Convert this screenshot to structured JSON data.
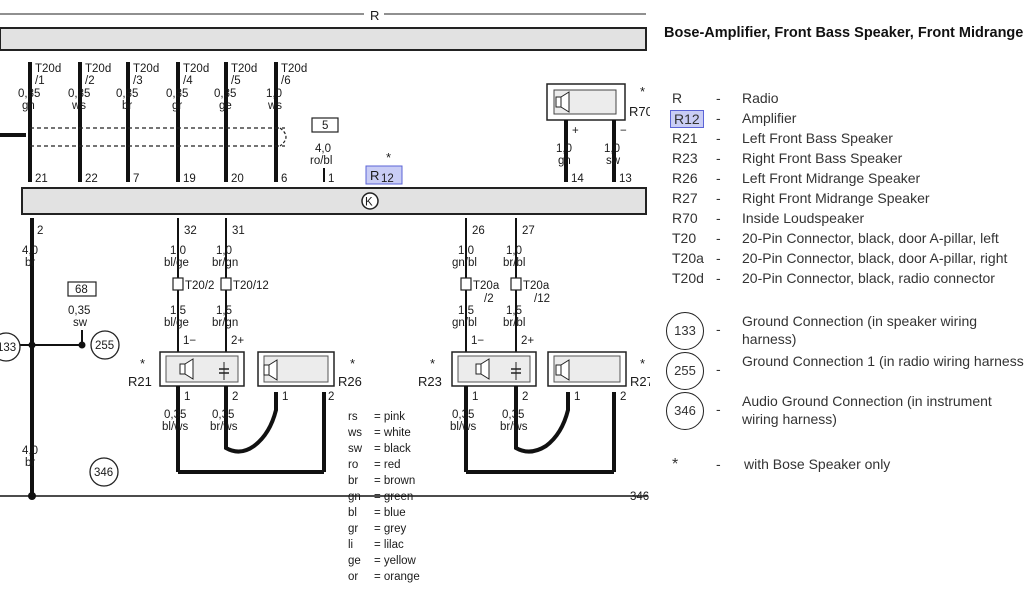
{
  "header_label": "R",
  "title": "Bose-Amplifier, Front Bass Speaker, Front Midrange Speaker",
  "legend": [
    {
      "code": "R",
      "desc": "Radio"
    },
    {
      "code": "R12",
      "desc": "Amplifier"
    },
    {
      "code": "R21",
      "desc": "Left Front Bass Speaker"
    },
    {
      "code": "R23",
      "desc": "Right Front Bass Speaker"
    },
    {
      "code": "R26",
      "desc": "Left Front Midrange Speaker"
    },
    {
      "code": "R27",
      "desc": "Right Front Midrange Speaker"
    },
    {
      "code": "R70",
      "desc": "Inside Loudspeaker"
    },
    {
      "code": "T20",
      "desc": "20-Pin Connector, black, door A-pillar, left"
    },
    {
      "code": "T20a",
      "desc": "20-Pin Connector, black, door A-pillar, right"
    },
    {
      "code": "T20d",
      "desc": "20-Pin Connector, black, radio connector"
    }
  ],
  "grounds": [
    {
      "num": "133",
      "desc": "Ground Connection (in speaker wiring harness)"
    },
    {
      "num": "255",
      "desc": "Ground Connection 1 (in radio wiring harness)"
    },
    {
      "num": "346",
      "desc": "Audio Ground Connection (in instrument wiring harness)"
    }
  ],
  "star_note": {
    "symbol": "*",
    "dash": "-",
    "desc": "with Bose Speaker only"
  },
  "dash": "-",
  "diagram": {
    "top_connectors": [
      {
        "conn": "T20d",
        "pin": "/1",
        "gauge": "0,35",
        "color": "gn",
        "pin_r": "21"
      },
      {
        "conn": "T20d",
        "pin": "/2",
        "gauge": "0,35",
        "color": "ws",
        "pin_r": "22"
      },
      {
        "conn": "T20d",
        "pin": "/3",
        "gauge": "0,35",
        "color": "br",
        "pin_r": "7"
      },
      {
        "conn": "T20d",
        "pin": "/4",
        "gauge": "0,35",
        "color": "gr",
        "pin_r": "19"
      },
      {
        "conn": "T20d",
        "pin": "/5",
        "gauge": "0,35",
        "color": "ge",
        "pin_r": "20"
      },
      {
        "conn": "T20d",
        "pin": "/6",
        "gauge": "1,0",
        "color": "ws",
        "pin_r": "6"
      }
    ],
    "fuse_box": "5",
    "fuse_gauge": "4,0",
    "fuse_color": "ro/bl",
    "fuse_pin": "1",
    "amp_label": "R",
    "amp_sub": "12",
    "amp_symbol": "K",
    "r70_label": "R70",
    "r70_wires": [
      {
        "gauge": "1,0",
        "color": "gn",
        "pin": "14",
        "sign": "+"
      },
      {
        "gauge": "1,0",
        "color": "sw",
        "pin": "13",
        "sign": "−"
      }
    ],
    "ground_pin": "2",
    "ground_gauge": "4,0",
    "ground_color": "br",
    "ground_gauge2": "4,0",
    "ground_color2": "br",
    "box68": "68",
    "box68_gauge": "0,35",
    "box68_color": "sw",
    "g133": "133",
    "g255": "255",
    "g346": "346",
    "g346_line": "346",
    "left_mid": [
      {
        "pin": "32",
        "gauge": "1,0",
        "color": "bl/ge",
        "conn": "T20/2",
        "gauge2": "1,5",
        "color2": "bl/ge",
        "sign": "1−"
      },
      {
        "pin": "31",
        "gauge": "1,0",
        "color": "br/gn",
        "conn": "T20/12",
        "gauge2": "1,5",
        "color2": "br/gn",
        "sign": "2+"
      }
    ],
    "right_mid": [
      {
        "pin": "26",
        "gauge": "1,0",
        "color": "gn/bl",
        "conn": "T20a",
        "conn2": "/2",
        "gauge2": "1,5",
        "color2": "gn/bl",
        "sign": "1−"
      },
      {
        "pin": "27",
        "gauge": "1,0",
        "color": "br/bl",
        "conn": "T20a",
        "conn2": "/12",
        "gauge2": "1,5",
        "color2": "br/bl",
        "sign": "2+"
      }
    ],
    "speakers": {
      "r21": "R21",
      "r26": "R26",
      "r23": "R23",
      "r27": "R27",
      "star": "*"
    },
    "pin1": "1",
    "pin2": "2",
    "bottom_wires": [
      {
        "gauge": "0,35",
        "color": "bl/ws"
      },
      {
        "gauge": "0,35",
        "color": "br/ws"
      },
      {
        "gauge": "0,35",
        "color": "bl/ws"
      },
      {
        "gauge": "0,35",
        "color": "br/ws"
      }
    ],
    "color_codes": [
      {
        "abbr": "rs",
        "eq": "= pink"
      },
      {
        "abbr": "ws",
        "eq": "= white"
      },
      {
        "abbr": "sw",
        "eq": "= black"
      },
      {
        "abbr": "ro",
        "eq": "= red"
      },
      {
        "abbr": "br",
        "eq": "= brown"
      },
      {
        "abbr": "gn",
        "eq": "= green"
      },
      {
        "abbr": "bl",
        "eq": "= blue"
      },
      {
        "abbr": "gr",
        "eq": "= grey"
      },
      {
        "abbr": "li",
        "eq": "= lilac"
      },
      {
        "abbr": "ge",
        "eq": "= yellow"
      },
      {
        "abbr": "or",
        "eq": "= orange"
      }
    ]
  }
}
